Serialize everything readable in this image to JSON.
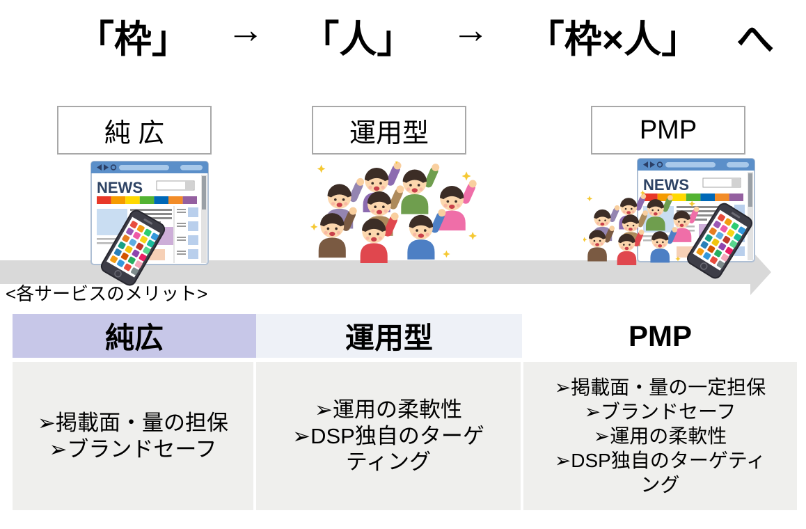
{
  "title": {
    "segments": [
      "「枠」",
      "→",
      "「人」",
      "→",
      "「枠×人」",
      "へ"
    ],
    "color": "#000000"
  },
  "stages": [
    {
      "label": "純 広",
      "illustration": "news-site-illustration"
    },
    {
      "label": "運用型",
      "illustration": "cheering-crowd-illustration"
    },
    {
      "label": "PMP",
      "illustration": "news-site-with-crowd-and-phone-illustration"
    }
  ],
  "timeline_arrow": {
    "color": "#d9d9d9",
    "direction": "right"
  },
  "illustrations": {
    "news_text": "NEWS"
  },
  "merits": {
    "heading": "<各サービスのメリット>",
    "table": {
      "body_bg": "#efefed",
      "columns": [
        {
          "header": "純広",
          "header_bg": "#c7c7e8",
          "items": [
            "➢掲載面・量の担保",
            "➢ブランドセーフ"
          ]
        },
        {
          "header": "運用型",
          "header_bg": "#eef1f7",
          "items": [
            "➢運用の柔軟性",
            "➢DSP独自のターゲ\nティング"
          ]
        },
        {
          "header": "PMP",
          "header_bg": "#ffffff",
          "items": [
            "➢掲載面・量の一定担保",
            "➢ブランドセーフ",
            "➢運用の柔軟性",
            "➢DSP独自のターゲティ\nング"
          ]
        }
      ]
    }
  }
}
